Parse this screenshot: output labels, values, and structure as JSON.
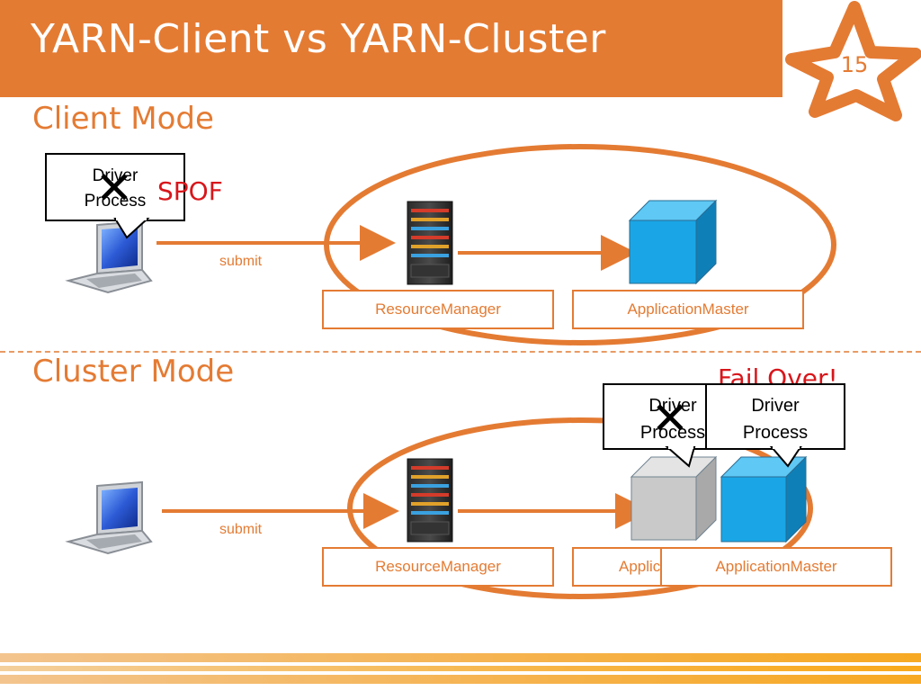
{
  "slide": {
    "title": "YARN-Client vs YARN-Cluster",
    "page_number": "15"
  },
  "client_mode": {
    "heading": "Client Mode",
    "driver_callout": {
      "line1": "Driver",
      "line2": "Process"
    },
    "spof_label": "SPOF",
    "submit_label": "submit",
    "resource_manager_label": "ResourceManager",
    "application_master_label": "ApplicationMaster"
  },
  "cluster_mode": {
    "heading": "Cluster Mode",
    "failover_label": "Fail Over!",
    "failed_driver_callout": {
      "line1": "Driver",
      "line2": "Process"
    },
    "new_driver_callout": {
      "line1": "Driver",
      "line2": "Process"
    },
    "submit_label": "submit",
    "resource_manager_label": "ResourceManager",
    "failed_application_master_label": "ApplicationMaster",
    "application_master_label": "ApplicationMaster"
  },
  "colors": {
    "accent_orange": "#e47b33",
    "alert_red": "#d8161b",
    "cube_blue": "#1aa6e6",
    "cube_gray": "#c9c9c9"
  }
}
